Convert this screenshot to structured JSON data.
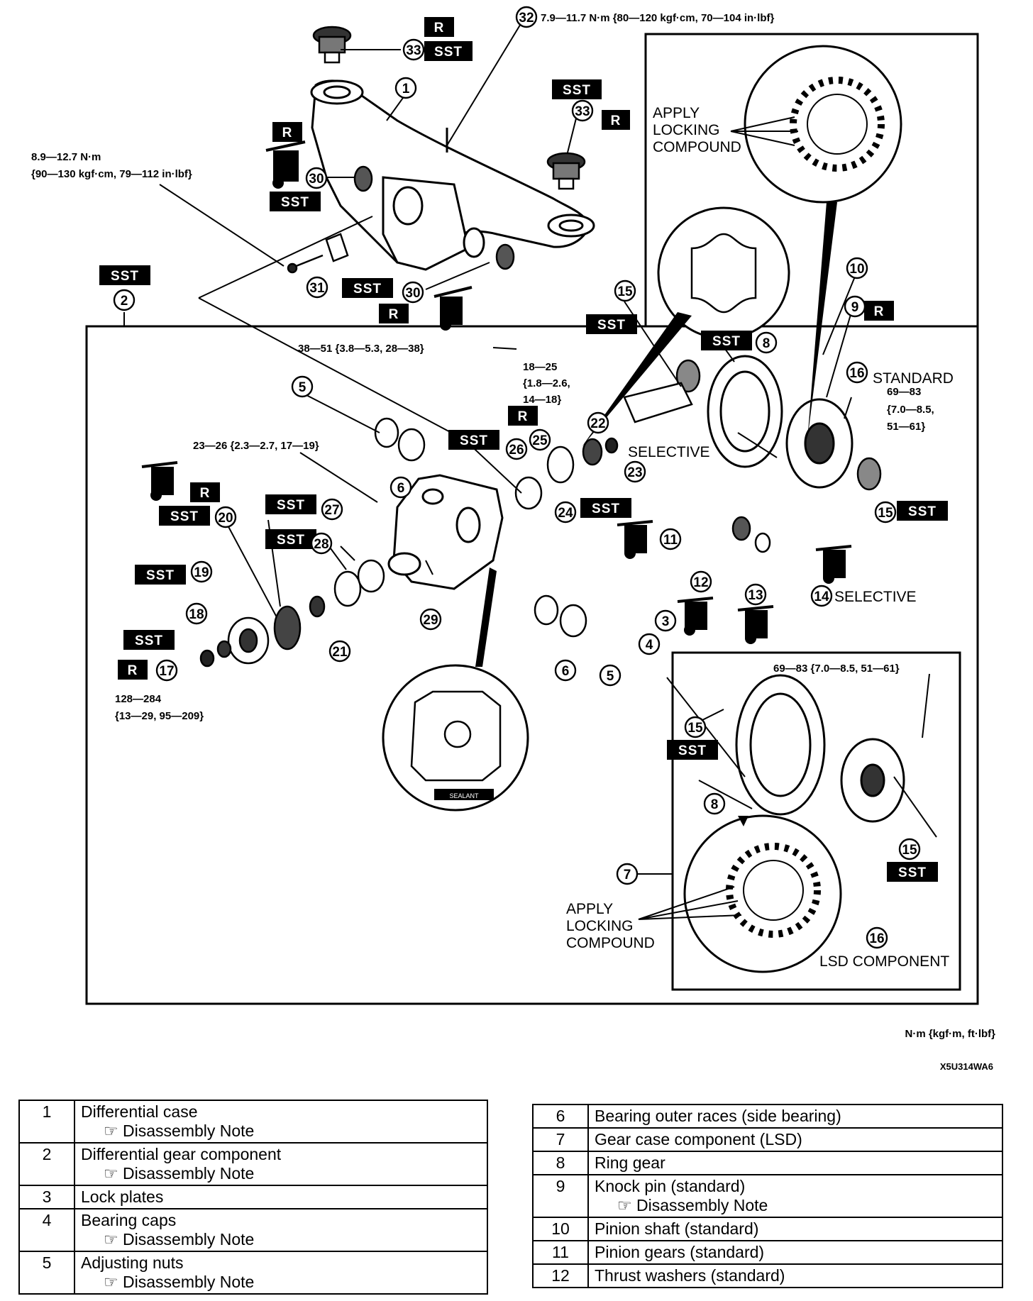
{
  "tags": {
    "sst": "SST",
    "r": "R"
  },
  "labels": {
    "apply_locking": [
      "APPLY",
      "LOCKING",
      "COMPOUND"
    ],
    "selective": "SELECTIVE",
    "standard": "STANDARD",
    "lsd_component": "LSD COMPONENT",
    "sealant": "SEALANT"
  },
  "torques": {
    "t32": "7.9—11.7 N·m {80—120 kgf·cm, 70—104 in·lbf}",
    "t31_a": "8.9—12.7 N·m",
    "t31_b": "{90—130 kgf·cm, 79—112 in·lbf}",
    "t38": "38—51 {3.8—5.3, 28—38}",
    "t18_a": "18—25",
    "t18_b": "{1.8—2.6,",
    "t18_c": "14—18}",
    "t23": "23—26 {2.3—2.7, 17—19}",
    "t69_a": "69—83",
    "t69_b": "{7.0—8.5,",
    "t69_c": "51—61}",
    "t69_lsd": "69—83 {7.0—8.5, 51—61}",
    "t128_a": "128—284",
    "t128_b": "{13—29, 95—209}"
  },
  "units_note": "N·m {kgf·m, ft·lbf}",
  "figure_code": "X5U314WA6",
  "callouts": {
    "n1": "1",
    "n2": "2",
    "n3": "3",
    "n4": "4",
    "n5": "5",
    "n6": "6",
    "n7": "7",
    "n8": "8",
    "n9": "9",
    "n10": "10",
    "n11": "11",
    "n12": "12",
    "n13": "13",
    "n14": "14",
    "n15": "15",
    "n16": "16",
    "n17": "17",
    "n18": "18",
    "n19": "19",
    "n20": "20",
    "n21": "21",
    "n22": "22",
    "n23": "23",
    "n24": "24",
    "n25": "25",
    "n26": "26",
    "n27": "27",
    "n28": "28",
    "n29": "29",
    "n30": "30",
    "n31": "31",
    "n32": "32",
    "n33": "33"
  },
  "legend_left": [
    {
      "num": "1",
      "name": "Differential case",
      "note": "Disassembly Note"
    },
    {
      "num": "2",
      "name": "Differential gear component",
      "note": "Disassembly Note"
    },
    {
      "num": "3",
      "name": "Lock plates",
      "note": ""
    },
    {
      "num": "4",
      "name": "Bearing caps",
      "note": "Disassembly Note"
    },
    {
      "num": "5",
      "name": "Adjusting nuts",
      "note": "Disassembly Note"
    }
  ],
  "legend_right": [
    {
      "num": "6",
      "name": "Bearing outer races (side bearing)",
      "note": ""
    },
    {
      "num": "7",
      "name": "Gear case component (LSD)",
      "note": ""
    },
    {
      "num": "8",
      "name": "Ring gear",
      "note": ""
    },
    {
      "num": "9",
      "name": "Knock pin (standard)",
      "note": "Disassembly Note"
    },
    {
      "num": "10",
      "name": "Pinion shaft (standard)",
      "note": ""
    },
    {
      "num": "11",
      "name": "Pinion gears (standard)",
      "note": ""
    },
    {
      "num": "12",
      "name": "Thrust washers (standard)",
      "note": ""
    }
  ]
}
